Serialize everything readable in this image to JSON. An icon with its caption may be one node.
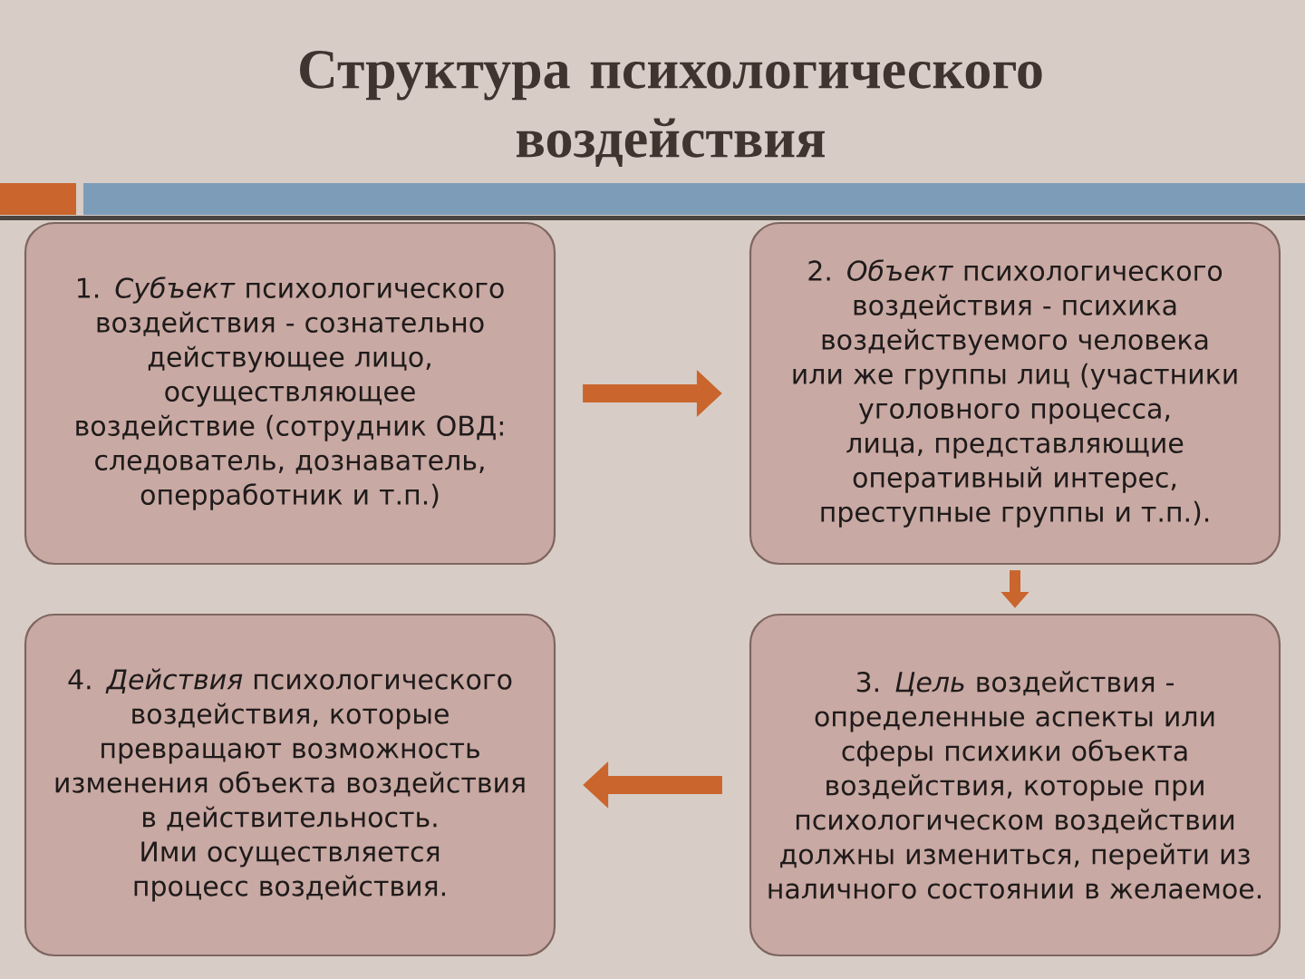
{
  "diagram": {
    "title": "Структура психологического воздействия",
    "nodes": [
      {
        "text": [
          "1. *Субъект* психологического воздействия - сознательно действующее лицо, осуществляющее воздействие (сотрудник ОВД: следователь, дознаватель, оперработник и т.п.)"
        ]
      },
      {
        "text": [
          "2. *Объект* психологического воздействия - психика воздействуемого человека или же группы лиц (участники уголовного процесса, лица, представляющие оперативный интерес, преступные группы и т.п.)."
        ]
      },
      {
        "text": [
          "3. *Цель* воздействия - определенные аспекты или сферы психики объекта воздействия, которые при психологическом воздействии должны измениться, перейти из наличного состоянии в желаемое."
        ]
      },
      {
        "text": [
          "4. *Действия* психологического воздействия, которые превращают возможность изменения объекта воздействия в действительность. Ими осуществляется процесс воздействия."
        ]
      }
    ],
    "edges": [
      {
        "from": 0,
        "to": 1,
        "arrow": "to"
      },
      {
        "from": 1,
        "to": 2,
        "arrow": "to"
      },
      {
        "from": 2,
        "to": 3,
        "arrow": "to"
      }
    ]
  }
}
